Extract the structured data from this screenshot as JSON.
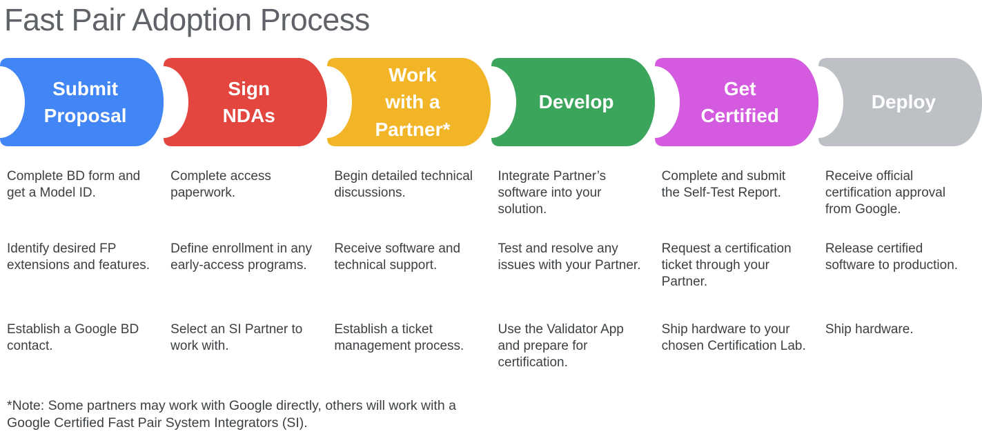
{
  "title": "Fast Pair Adoption Process",
  "stages": [
    {
      "label": "Submit\nProposal",
      "color": "#4285F4",
      "steps": [
        "Complete BD form and get a Model ID.",
        "Identify desired FP extensions and features.",
        "Establish a Google BD contact."
      ]
    },
    {
      "label": "Sign\nNDAs",
      "color": "#E2463E",
      "steps": [
        "Complete access paperwork.",
        "Define enrollment in any early-access programs.",
        "Select an SI Partner to work with."
      ]
    },
    {
      "label": "Work\nwith a\nPartner*",
      "color": "#F3B528",
      "steps": [
        "Begin detailed technical discussions.",
        "Receive software and technical support.",
        "Establish a ticket management process."
      ]
    },
    {
      "label": "Develop",
      "color": "#3BA55B",
      "steps": [
        "Integrate Partner’s software into your solution.",
        "Test and resolve any issues with your Partner.",
        "Use the Validator App and prepare for certification."
      ]
    },
    {
      "label": "Get\nCertified",
      "color": "#D45BDF",
      "steps": [
        "Complete and submit the Self-Test Report.",
        "Request a certification ticket through your Partner.",
        "Ship hardware to your chosen Certification Lab."
      ]
    },
    {
      "label": "Deploy",
      "color": "#BDC1C6",
      "steps": [
        "Receive official certification approval from Google.",
        "Release certified software to production.",
        "Ship hardware."
      ]
    }
  ],
  "note": "*Note: Some partners may work with Google directly, others will work with a Google Certified Fast Pair System Integrators (SI)."
}
